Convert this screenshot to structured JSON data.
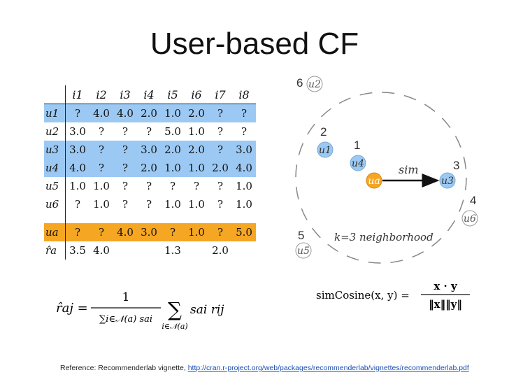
{
  "title": "User-based CF",
  "table": {
    "columns": [
      "i1",
      "i2",
      "i3",
      "i4",
      "i5",
      "i6",
      "i7",
      "i8"
    ],
    "rows": [
      {
        "label": "u1",
        "values": [
          "?",
          "4.0",
          "4.0",
          "2.0",
          "1.0",
          "2.0",
          "?",
          "?"
        ],
        "highlight": "blue"
      },
      {
        "label": "u2",
        "values": [
          "3.0",
          "?",
          "?",
          "?",
          "5.0",
          "1.0",
          "?",
          "?"
        ],
        "highlight": "none"
      },
      {
        "label": "u3",
        "values": [
          "3.0",
          "?",
          "?",
          "3.0",
          "2.0",
          "2.0",
          "?",
          "3.0"
        ],
        "highlight": "blue"
      },
      {
        "label": "u4",
        "values": [
          "4.0",
          "?",
          "?",
          "2.0",
          "1.0",
          "1.0",
          "2.0",
          "4.0"
        ],
        "highlight": "blue"
      },
      {
        "label": "u5",
        "values": [
          "1.0",
          "1.0",
          "?",
          "?",
          "?",
          "?",
          "?",
          "1.0"
        ],
        "highlight": "none"
      },
      {
        "label": "u6",
        "values": [
          "?",
          "1.0",
          "?",
          "?",
          "1.0",
          "1.0",
          "?",
          "1.0"
        ],
        "highlight": "none"
      }
    ],
    "active_row": {
      "label": "ua",
      "values": [
        "?",
        "?",
        "4.0",
        "3.0",
        "?",
        "1.0",
        "?",
        "5.0"
      ]
    },
    "prediction_row": {
      "label": "r̂a",
      "values": [
        "3.5",
        "4.0",
        "",
        "",
        "1.3",
        "",
        "2.0",
        ""
      ]
    }
  },
  "prediction_formula": {
    "lhs": "r̂aj =",
    "numerator": "1",
    "denominator": "∑i∈𝒩(a) sai",
    "sum_symbol": "∑",
    "sum_sub": "i∈𝒩(a)",
    "term": "sai rij"
  },
  "neighborhood": {
    "nodes": [
      {
        "id": "u2",
        "rank": "6"
      },
      {
        "id": "u1",
        "rank": "2"
      },
      {
        "id": "u4",
        "rank": "1"
      },
      {
        "id": "ua",
        "rank": ""
      },
      {
        "id": "u3",
        "rank": "3"
      },
      {
        "id": "u6",
        "rank": "4"
      },
      {
        "id": "u5",
        "rank": "5"
      }
    ],
    "edge_label": "sim",
    "region_label": "k=3 neighborhood"
  },
  "cosine_formula": {
    "lhs": "simCosine(x, y) =",
    "numerator": "x · y",
    "denominator": "‖x‖‖y‖"
  },
  "reference": {
    "prefix": "Reference: Recommenderlab vignette,",
    "url": "http://cran.r-project.org/web/packages/recommenderlab/vignettes/recommenderlab.pdf"
  },
  "colors": {
    "blue": "#9cc9f3",
    "orange": "#f5a623"
  }
}
